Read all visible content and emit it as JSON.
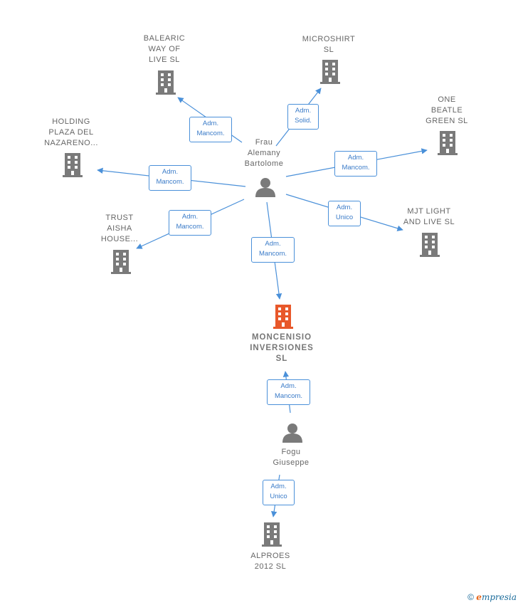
{
  "colors": {
    "edge": "#4a90d9",
    "company": "#7a7a7a",
    "main_company": "#e8582a",
    "person": "#7a7a7a"
  },
  "nodes": {
    "person_frau": {
      "lines": [
        "Frau",
        "Alemany",
        "Bartolome"
      ],
      "icon": "person-icon"
    },
    "person_fogu": {
      "lines": [
        "Fogu",
        "Giuseppe"
      ],
      "icon": "person-icon"
    },
    "main": {
      "lines": [
        "MONCENISIO",
        "INVERSIONES",
        "SL"
      ],
      "icon": "building-icon"
    },
    "balearic": {
      "lines": [
        "BALEARIC",
        "WAY OF",
        "LIVE  SL"
      ],
      "icon": "building-icon"
    },
    "microshirt": {
      "lines": [
        "MICROSHIRT",
        "SL"
      ],
      "icon": "building-icon"
    },
    "one_beatle": {
      "lines": [
        "ONE",
        "BEATLE",
        "GREEN SL"
      ],
      "icon": "building-icon"
    },
    "holding": {
      "lines": [
        "HOLDING",
        "PLAZA DEL",
        "NAZARENO..."
      ],
      "icon": "building-icon"
    },
    "trust": {
      "lines": [
        "TRUST",
        "AISHA",
        "HOUSE..."
      ],
      "icon": "building-icon"
    },
    "mjt": {
      "lines": [
        "MJT LIGHT",
        "AND LIVE  SL"
      ],
      "icon": "building-icon"
    },
    "alproes": {
      "lines": [
        "ALPROES",
        "2012 SL"
      ],
      "icon": "building-icon"
    }
  },
  "edges": {
    "balearic": [
      "Adm.",
      "Mancom."
    ],
    "microshirt": [
      "Adm.",
      "Solid."
    ],
    "one_beatle": [
      "Adm.",
      "Mancom."
    ],
    "holding": [
      "Adm.",
      "Mancom."
    ],
    "trust": [
      "Adm.",
      "Mancom."
    ],
    "mjt": [
      "Adm.",
      "Unico"
    ],
    "main_frau": [
      "Adm.",
      "Mancom."
    ],
    "main_fogu": [
      "Adm.",
      "Mancom."
    ],
    "alproes": [
      "Adm.",
      "Unico"
    ]
  },
  "footer": {
    "copyright": "©",
    "brand_initial": "e",
    "brand_rest": "mpresia"
  }
}
